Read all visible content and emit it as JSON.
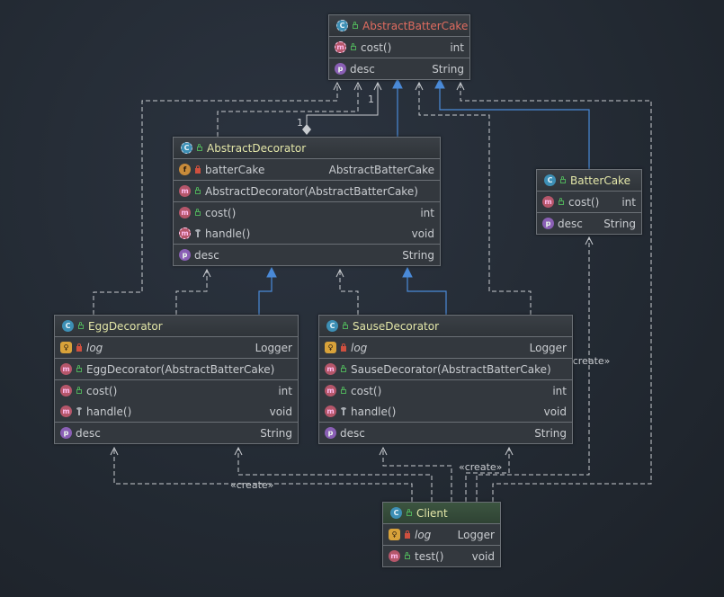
{
  "colors": {
    "dashed": "#c9ccd0",
    "inherit": "#4a8ad8",
    "abstract_title": "#e06c60",
    "title": "#e3e6a8"
  },
  "classes": {
    "abstract_batter_cake": {
      "title": "AbstractBatterCake",
      "rows": [
        {
          "name": "cost()",
          "type": "int"
        },
        {
          "name": "desc",
          "type": "String"
        }
      ]
    },
    "abstract_decorator": {
      "title": "AbstractDecorator",
      "rows": [
        {
          "name": "batterCake",
          "type": "AbstractBatterCake"
        },
        {
          "name": "AbstractDecorator(AbstractBatterCake)",
          "type": ""
        },
        {
          "name": "cost()",
          "type": "int"
        },
        {
          "name": "handle()",
          "type": "void"
        },
        {
          "name": "desc",
          "type": "String"
        }
      ]
    },
    "batter_cake": {
      "title": "BatterCake",
      "rows": [
        {
          "name": "cost()",
          "type": "int"
        },
        {
          "name": "desc",
          "type": "String"
        }
      ]
    },
    "egg_decorator": {
      "title": "EggDecorator",
      "rows": [
        {
          "name": "log",
          "type": "Logger"
        },
        {
          "name": "EggDecorator(AbstractBatterCake)",
          "type": ""
        },
        {
          "name": "cost()",
          "type": "int"
        },
        {
          "name": "handle()",
          "type": "void"
        },
        {
          "name": "desc",
          "type": "String"
        }
      ]
    },
    "sause_decorator": {
      "title": "SauseDecorator",
      "rows": [
        {
          "name": "log",
          "type": "Logger"
        },
        {
          "name": "SauseDecorator(AbstractBatterCake)",
          "type": ""
        },
        {
          "name": "cost()",
          "type": "int"
        },
        {
          "name": "handle()",
          "type": "void"
        },
        {
          "name": "desc",
          "type": "String"
        }
      ]
    },
    "client": {
      "title": "Client",
      "rows": [
        {
          "name": "log",
          "type": "Logger"
        },
        {
          "name": "test()",
          "type": "void"
        }
      ]
    }
  },
  "edge_labels": {
    "multiplicity_a": "1",
    "multiplicity_b": "1",
    "create_batter": "«create»",
    "create_sause": "«create»",
    "create_egg": "«create»"
  },
  "badge_letters": {
    "class": "C",
    "method": "m",
    "property": "p",
    "field": "f",
    "static": "♀"
  }
}
